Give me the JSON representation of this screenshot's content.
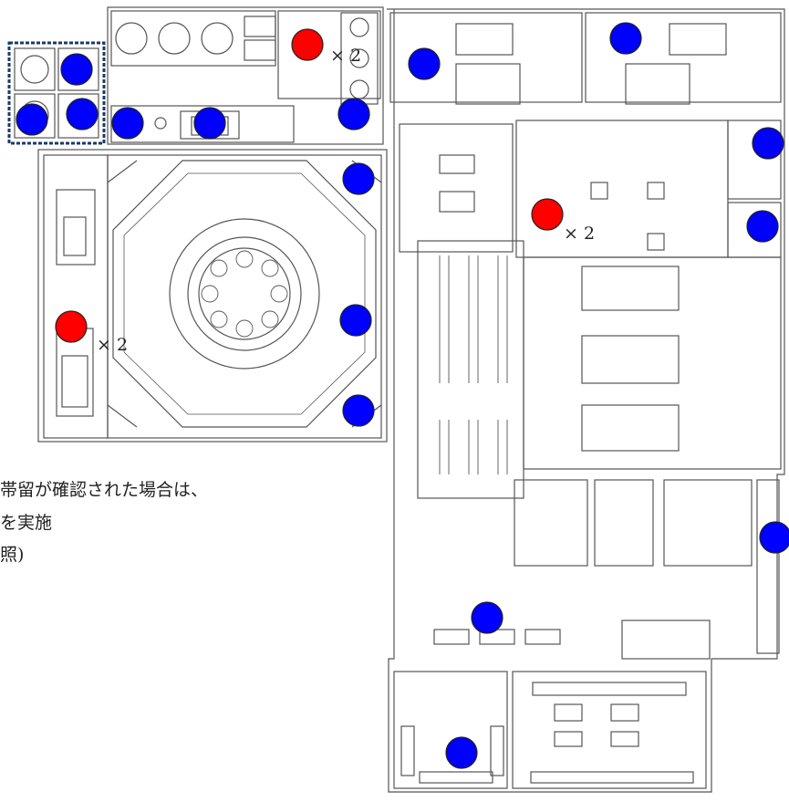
{
  "annotation": {
    "line1": "帯留が確認された場合は、",
    "line2": "を実施",
    "line3": "照)"
  },
  "multipliers": {
    "top": "× 2",
    "middle": "× 2",
    "left": "× 2"
  },
  "markers": {
    "red_color": "#ff0000",
    "blue_color": "#0000ff",
    "red_count": 3,
    "blue_count": 16
  },
  "highlight_box_color": "#1a3a6a"
}
